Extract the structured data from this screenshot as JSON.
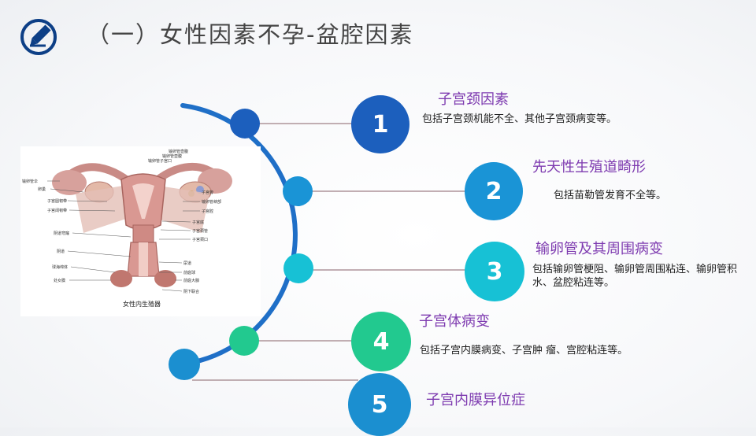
{
  "title": "（一）女性因素不孕-盆腔因素",
  "icon": "pencil-edit-icon",
  "figure": {
    "caption": "女性内生殖器",
    "labels_left": [
      "输卵管伞",
      "卵巢",
      "子宫圆韧带",
      "子宫阔韧带",
      "阴道穹窿",
      "阴道",
      "球海绵体",
      "处女膜"
    ],
    "labels_right": [
      "输卵管壶腹",
      "输卵管峡部",
      "子宫腔",
      "子宫底",
      "子宫颈管",
      "子宫颈口",
      "子宫旁",
      "尿道",
      "前庭球",
      "前庭大腺",
      "阴下联合"
    ],
    "labels_top": [
      "输卵管壶腹",
      "输卵管子宫口"
    ]
  },
  "items": [
    {
      "num": "1",
      "title": "子宫颈因素",
      "desc": "包括子宫颈机能不全、其他子宫颈病变等。",
      "color": "#1c5fbd"
    },
    {
      "num": "2",
      "title": "先天性生殖道畸形",
      "desc": "包括苗勒管发育不全等。",
      "color": "#1a94d6"
    },
    {
      "num": "3",
      "title": "输卵管及其周围病变",
      "desc": "包括输卵管梗阻、输卵管周围粘连、输卵管积水、盆腔粘连等。",
      "color": "#17c1d5"
    },
    {
      "num": "4",
      "title": "子宫体病变",
      "desc": "包括子宫内膜病变、子宫肿 瘤、宫腔粘连等。",
      "color": "#22c98f"
    },
    {
      "num": "5",
      "title": "子宫内膜异位症",
      "desc": "",
      "color": "#1b8fd0"
    }
  ],
  "colors": {
    "arc": "#1f6fc7",
    "connector": "#b9a3a8",
    "dot1": "#1c5fbd",
    "dot2": "#1a94d6",
    "dot3": "#17c1d5",
    "dot4": "#22c98f",
    "dot5": "#1b8fd0"
  }
}
